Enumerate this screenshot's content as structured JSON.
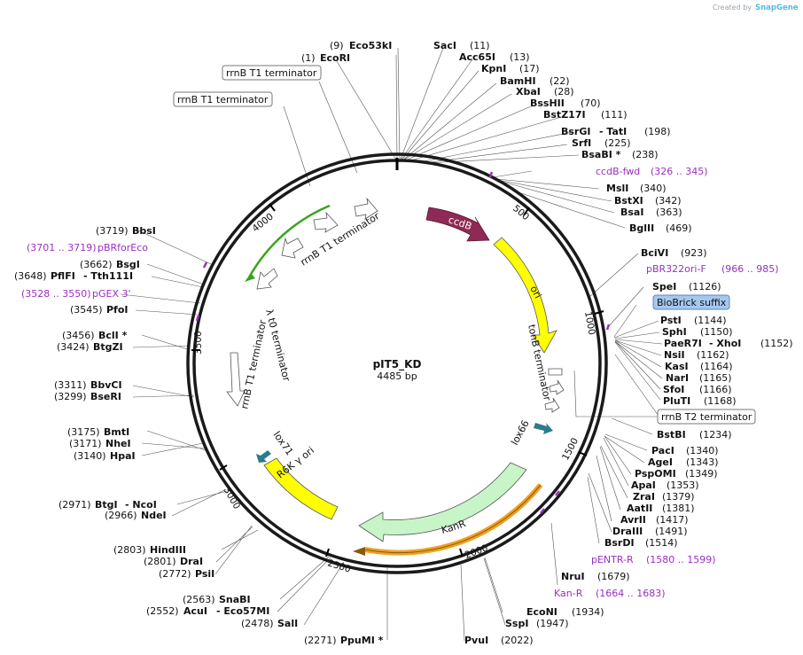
{
  "credit": {
    "prefix": "Created by",
    "brand": "SnapGene"
  },
  "plasmid": {
    "name": "pIT5_KD",
    "size_label": "4485 bp"
  },
  "ticks": [
    "500",
    "1000",
    "1500",
    "2000",
    "2500",
    "3000",
    "3500",
    "4000"
  ],
  "sites": [
    {
      "name": "Eco53kI",
      "pos": "(9)"
    },
    {
      "name": "EcoRI",
      "pos": "(1)"
    },
    {
      "name": "SacI",
      "pos": "(11)"
    },
    {
      "name": "Acc65I",
      "pos": "(13)"
    },
    {
      "name": "KpnI",
      "pos": "(17)"
    },
    {
      "name": "BamHI",
      "pos": "(22)"
    },
    {
      "name": "XbaI",
      "pos": "(28)"
    },
    {
      "name": "BssHII",
      "pos": "(70)"
    },
    {
      "name": "BstZ17I",
      "pos": "(111)"
    },
    {
      "name": "BsrGI",
      "pos": "(198)",
      "extra": "TatI"
    },
    {
      "name": "SrfI",
      "pos": "(225)"
    },
    {
      "name": "BsaBI *",
      "pos": "(238)"
    },
    {
      "name": "MslI",
      "pos": "(340)"
    },
    {
      "name": "BstXI",
      "pos": "(342)"
    },
    {
      "name": "BsaI",
      "pos": "(363)"
    },
    {
      "name": "BglII",
      "pos": "(469)"
    },
    {
      "name": "BciVI",
      "pos": "(923)"
    },
    {
      "name": "SpeI",
      "pos": "(1126)"
    },
    {
      "name": "PstI",
      "pos": "(1144)"
    },
    {
      "name": "SphI",
      "pos": "(1150)"
    },
    {
      "name": "PaeR7I",
      "pos": "(1152)",
      "extra": "XhoI"
    },
    {
      "name": "NsiI",
      "pos": "(1162)"
    },
    {
      "name": "KasI",
      "pos": "(1164)"
    },
    {
      "name": "NarI",
      "pos": "(1165)"
    },
    {
      "name": "SfoI",
      "pos": "(1166)"
    },
    {
      "name": "PluTI",
      "pos": "(1168)"
    },
    {
      "name": "BstBI",
      "pos": "(1234)"
    },
    {
      "name": "PacI",
      "pos": "(1340)"
    },
    {
      "name": "AgeI",
      "pos": "(1343)"
    },
    {
      "name": "PspOMI",
      "pos": "(1349)"
    },
    {
      "name": "ApaI",
      "pos": "(1353)"
    },
    {
      "name": "ZraI",
      "pos": "(1379)"
    },
    {
      "name": "AatII",
      "pos": "(1381)"
    },
    {
      "name": "AvrII",
      "pos": "(1417)"
    },
    {
      "name": "DraIII",
      "pos": "(1491)"
    },
    {
      "name": "BsrDI",
      "pos": "(1514)"
    },
    {
      "name": "NruI",
      "pos": "(1679)"
    },
    {
      "name": "EcoNI",
      "pos": "(1934)"
    },
    {
      "name": "SspI",
      "pos": "(1947)"
    },
    {
      "name": "PvuI",
      "pos": "(2022)"
    },
    {
      "name": "PpuMI *",
      "pos": "(2271)"
    },
    {
      "name": "SalI",
      "pos": "(2478)"
    },
    {
      "name": "AcuI",
      "pos": "(2552)",
      "extra": "Eco57MI"
    },
    {
      "name": "SnaBI",
      "pos": "(2563)"
    },
    {
      "name": "PsiI",
      "pos": "(2772)"
    },
    {
      "name": "DraI",
      "pos": "(2801)"
    },
    {
      "name": "HindIII",
      "pos": "(2803)"
    },
    {
      "name": "NdeI",
      "pos": "(2966)"
    },
    {
      "name": "BtgI",
      "pos": "(2971)",
      "extra": "NcoI"
    },
    {
      "name": "HpaI",
      "pos": "(3140)"
    },
    {
      "name": "NheI",
      "pos": "(3171)"
    },
    {
      "name": "BmtI",
      "pos": "(3175)"
    },
    {
      "name": "BseRI",
      "pos": "(3299)"
    },
    {
      "name": "BbvCI",
      "pos": "(3311)"
    },
    {
      "name": "BtgZI",
      "pos": "(3424)"
    },
    {
      "name": "BclI *",
      "pos": "(3456)"
    },
    {
      "name": "PfoI",
      "pos": "(3545)"
    },
    {
      "name": "PflFI",
      "pos": "(3648)",
      "extra": "Tth111I"
    },
    {
      "name": "BsgI",
      "pos": "(3662)"
    },
    {
      "name": "BbsI",
      "pos": "(3719)"
    }
  ],
  "primers": [
    {
      "name": "ccdB-fwd",
      "range": "(326 .. 345)"
    },
    {
      "name": "pBR322ori-F",
      "range": "(966 .. 985)"
    },
    {
      "name": "pENTR-R",
      "range": "(1580 .. 1599)"
    },
    {
      "name": "Kan-R",
      "range": "(1664 .. 1683)"
    },
    {
      "name": "pGEX 3'",
      "range": "(3528 .. 3550)"
    },
    {
      "name": "pBRforEco",
      "range": "(3701 .. 3719)"
    }
  ],
  "features": {
    "ccdB": "ccdB",
    "ori": "ori",
    "KanR": "KanR",
    "R6K": "R6K γ ori",
    "tonB": "tonB terminator",
    "lox66": "lox66",
    "lox71": "lox71",
    "rrnB_T1_inner": "rrnB T1 terminator",
    "rrnB_T1_left": "rrnB T1 terminator",
    "lambda_t0": "λ t0 terminator",
    "boxed_rrnB_T1_a": "rrnB T1 terminator",
    "boxed_rrnB_T1_b": "rrnB T1 terminator",
    "boxed_rrnB_T2": "rrnB T2 terminator",
    "biobrick": "BioBrick suffix"
  },
  "colors": {
    "ccdB": "#8e2a55",
    "ori": "#ffff00",
    "KanR": "#c8f5c8",
    "R6K": "#ffff00",
    "primer": "#9b30c0",
    "lox": "#2c7b8c",
    "orange": "#f0a020",
    "green_arrow": "#3aa320",
    "biobrick": "#a6c8ef"
  }
}
